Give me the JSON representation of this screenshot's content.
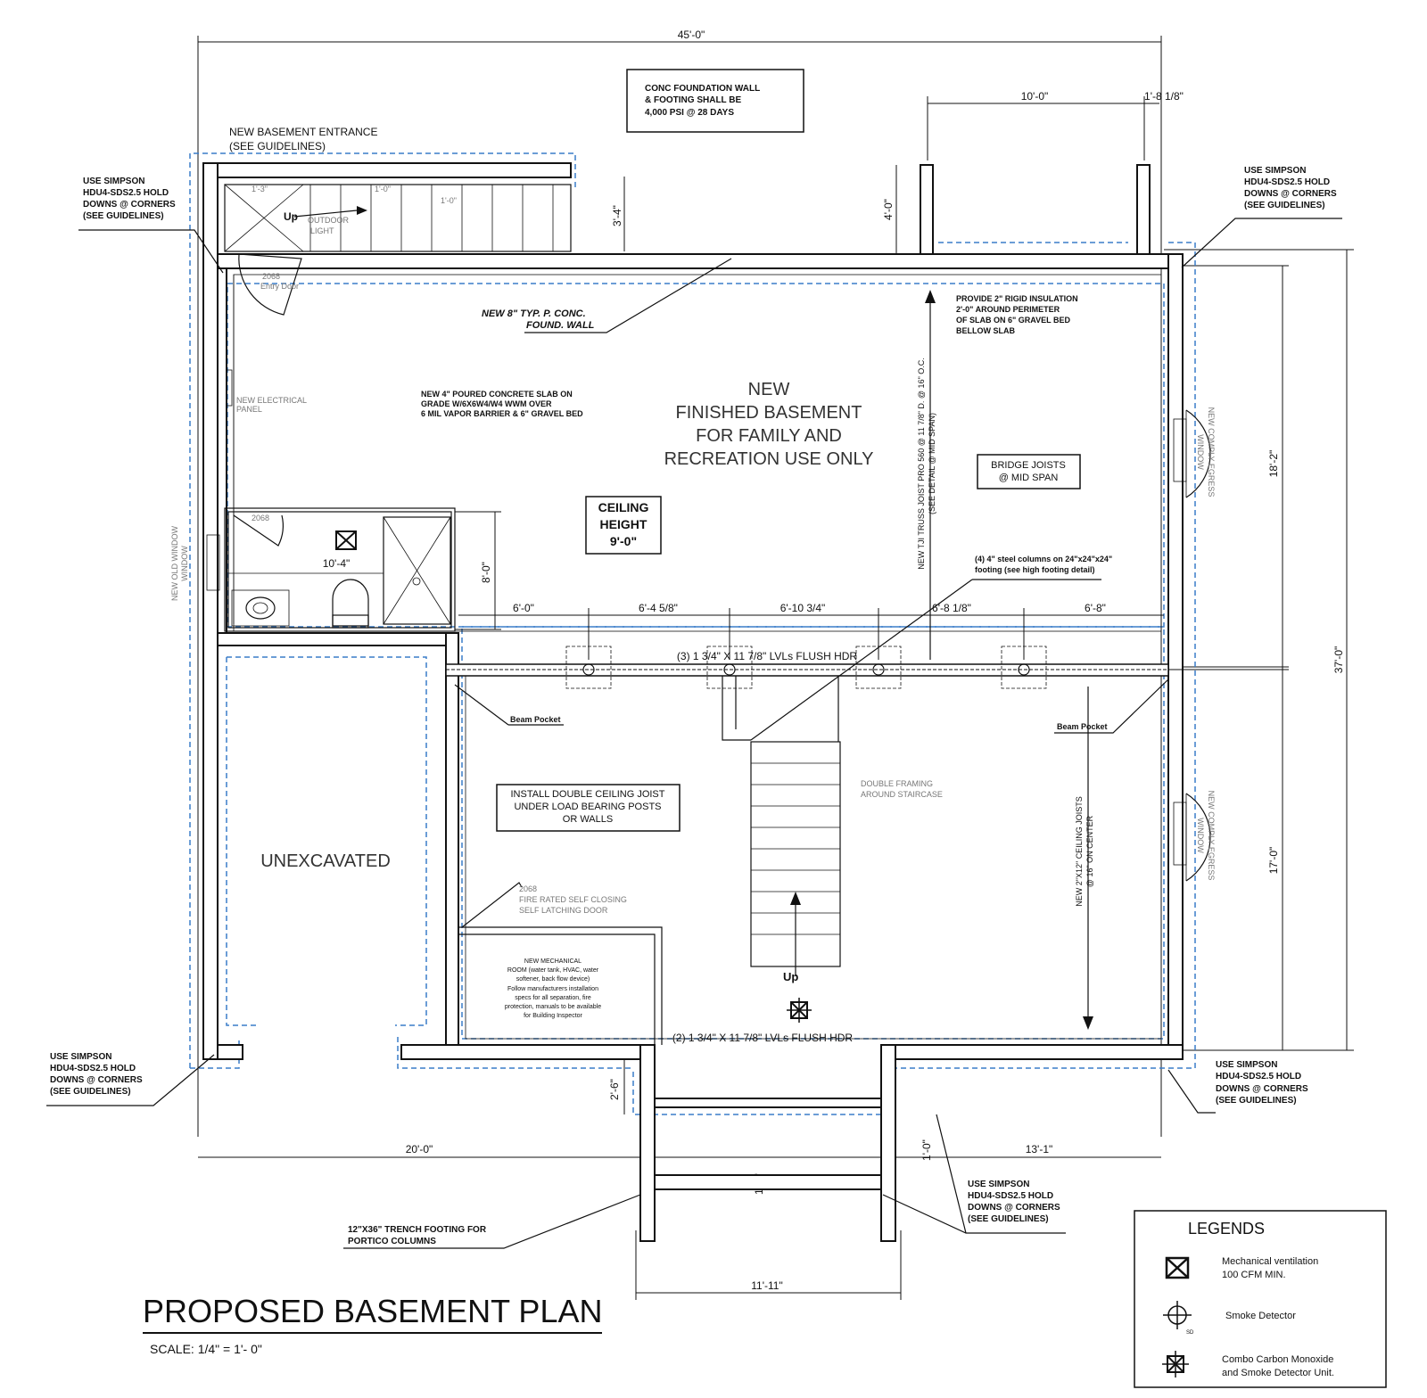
{
  "title": "PROPOSED BASEMENT PLAN",
  "scale": "SCALE:  1/4\" =  1'- 0\"",
  "notes": {
    "foundation_box": [
      "CONC FOUNDATION WALL",
      "& FOOTING SHALL BE",
      "4,000 PSI @ 28 DAYS"
    ],
    "entrance": [
      "NEW BASEMENT ENTRANCE",
      "(SEE GUIDELINES)"
    ],
    "simpson_tl": [
      "USE SIMPSON",
      "HDU4-SDS2.5 HOLD",
      "DOWNS @ CORNERS",
      "(SEE GUIDELINES)"
    ],
    "simpson_tr": [
      "USE SIMPSON",
      "HDU4-SDS2.5 HOLD",
      "DOWNS @ CORNERS",
      "(SEE GUIDELINES)"
    ],
    "simpson_bl": [
      "USE SIMPSON",
      "HDU4-SDS2.5 HOLD",
      "DOWNS @ CORNERS",
      "(SEE GUIDELINES)"
    ],
    "simpson_br": [
      "USE SIMPSON",
      "HDU4-SDS2.5 HOLD",
      "DOWNS @ CORNERS",
      "(SEE GUIDELINES)"
    ],
    "simpson_bc": [
      "USE SIMPSON",
      "HDU4-SDS2.5 HOLD",
      "DOWNS @ CORNERS",
      "(SEE GUIDELINES)"
    ],
    "found_wall": [
      "NEW 8\" TYP. P. CONC.",
      "FOUND. WALL"
    ],
    "insulation": [
      "PROVIDE 2\" RIGID INSULATION",
      "2'-0\" AROUND PERIMETER",
      "OF SLAB ON 6\" GRAVEL BED",
      "BELLOW SLAB"
    ],
    "slab": [
      "NEW 4\" POURED CONCRETE SLAB ON",
      "GRADE W/6X6W4/W4 WWM OVER",
      "6 MIL VAPOR BARRIER  & 6\" GRAVEL BED"
    ],
    "main": [
      "NEW",
      "FINISHED BASEMENT",
      "FOR FAMILY AND",
      "RECREATION USE ONLY"
    ],
    "ceiling": [
      "CEILING",
      "HEIGHT",
      "9'-0\""
    ],
    "bridge": [
      "BRIDGE JOISTS",
      "@ MID SPAN"
    ],
    "columns": [
      "(4) 4\" steel columns on 24\"x24\"x24\"",
      "footing (see high footing detail)"
    ],
    "beam": "(3) 1 3/4\" X 11 7/8\" LVLs FLUSH HDR",
    "beam2": "(2) 1 3/4\" X 11 7/8\" LVLs FLUSH HDR",
    "beam_pocket_l": "Beam Pocket",
    "beam_pocket_r": "Beam Pocket",
    "double_joist": [
      "INSTALL DOUBLE CEILING JOIST",
      "UNDER LOAD BEARING POSTS",
      "OR WALLS"
    ],
    "double_framing": [
      "DOUBLE FRAMING",
      "AROUND STAIRCASE"
    ],
    "fire_door": [
      "2068",
      "FIRE RATED SELF CLOSING",
      "SELF LATCHING DOOR"
    ],
    "mechanical": [
      "NEW MECHANICAL",
      "ROOM (water tank, HVAC, water",
      "softener, back flow device)",
      "Follow manufacturers installation",
      "specs for all separation, fire",
      "protection, manuals to be available",
      "for Building Inspector"
    ],
    "unexcavated": "UNEXCAVATED",
    "trench": [
      "12\"X36\" TRENCH FOOTING FOR",
      "PORTICO COLUMNS"
    ],
    "truss_joist": [
      "NEW TJI TRUSS JOIST PRO 560 @ 11 7/8\" D. @ 16\" O.C.",
      "(SEE DETAIL @ MID SPAN)"
    ],
    "ceiling_joist": [
      "NEW 2\"X12\" CEILING JOISTS",
      "@ 16\" ON CENTER"
    ],
    "electrical": [
      "NEW ELECTRICAL",
      "PANEL"
    ],
    "entry_door": [
      "2068",
      "Entry Door"
    ],
    "outdoor": [
      "OUTDOOR",
      "LIGHT"
    ],
    "bath_door": "2068",
    "window_left": [
      "NEW OLD WINDOW",
      "WINDOW"
    ],
    "window_right_top": [
      "NEW COMPLY EGRESS",
      "WINDOW"
    ],
    "window_right_bot": [
      "NEW COMPLY EGRESS",
      "WINDOW"
    ],
    "up_top": "Up",
    "up_stair": "Up"
  },
  "dims": {
    "overall_w": "45'-0\"",
    "top_bay": "10'-0\"",
    "top_right": "1'-8 1/8\"",
    "stair_h": "3'-4\"",
    "bay_h": "4'-0\"",
    "bath_w": "10'-4\"",
    "bath_h": "8'-0\"",
    "col1": "6'-0\"",
    "col2": "6'-4 5/8\"",
    "col3": "6'-10 3/4\"",
    "col4": "6'-8 1/8\"",
    "col5": "6'-8\"",
    "right_top": "18'-2\"",
    "right_bot": "17'-0\"",
    "overall_h": "37'-0\"",
    "bottom_left": "20'-0\"",
    "bottom_right": "13'-1\"",
    "portico_w": "11'-11\"",
    "portico_h": "2'-6\"",
    "small_1": "1'-0\"",
    "small_2": "1'-0\"",
    "step_1": "1'-3\"",
    "step_2": "1'-0\"",
    "step_3": "1'-0\""
  },
  "legend": {
    "title": "LEGENDS",
    "items": [
      {
        "icon": "mechanical-ventilation-icon",
        "label": [
          "Mechanical ventilation",
          "100 CFM MIN."
        ]
      },
      {
        "icon": "smoke-detector-icon",
        "label": [
          "Smoke Detector"
        ]
      },
      {
        "icon": "co-smoke-combo-icon",
        "label": [
          "Combo Carbon Monoxide",
          "and Smoke Detector Unit."
        ]
      }
    ],
    "sd_tag": "SD"
  },
  "colors": {
    "guide_dash": "#3a7dc9",
    "ink": "#111111"
  }
}
